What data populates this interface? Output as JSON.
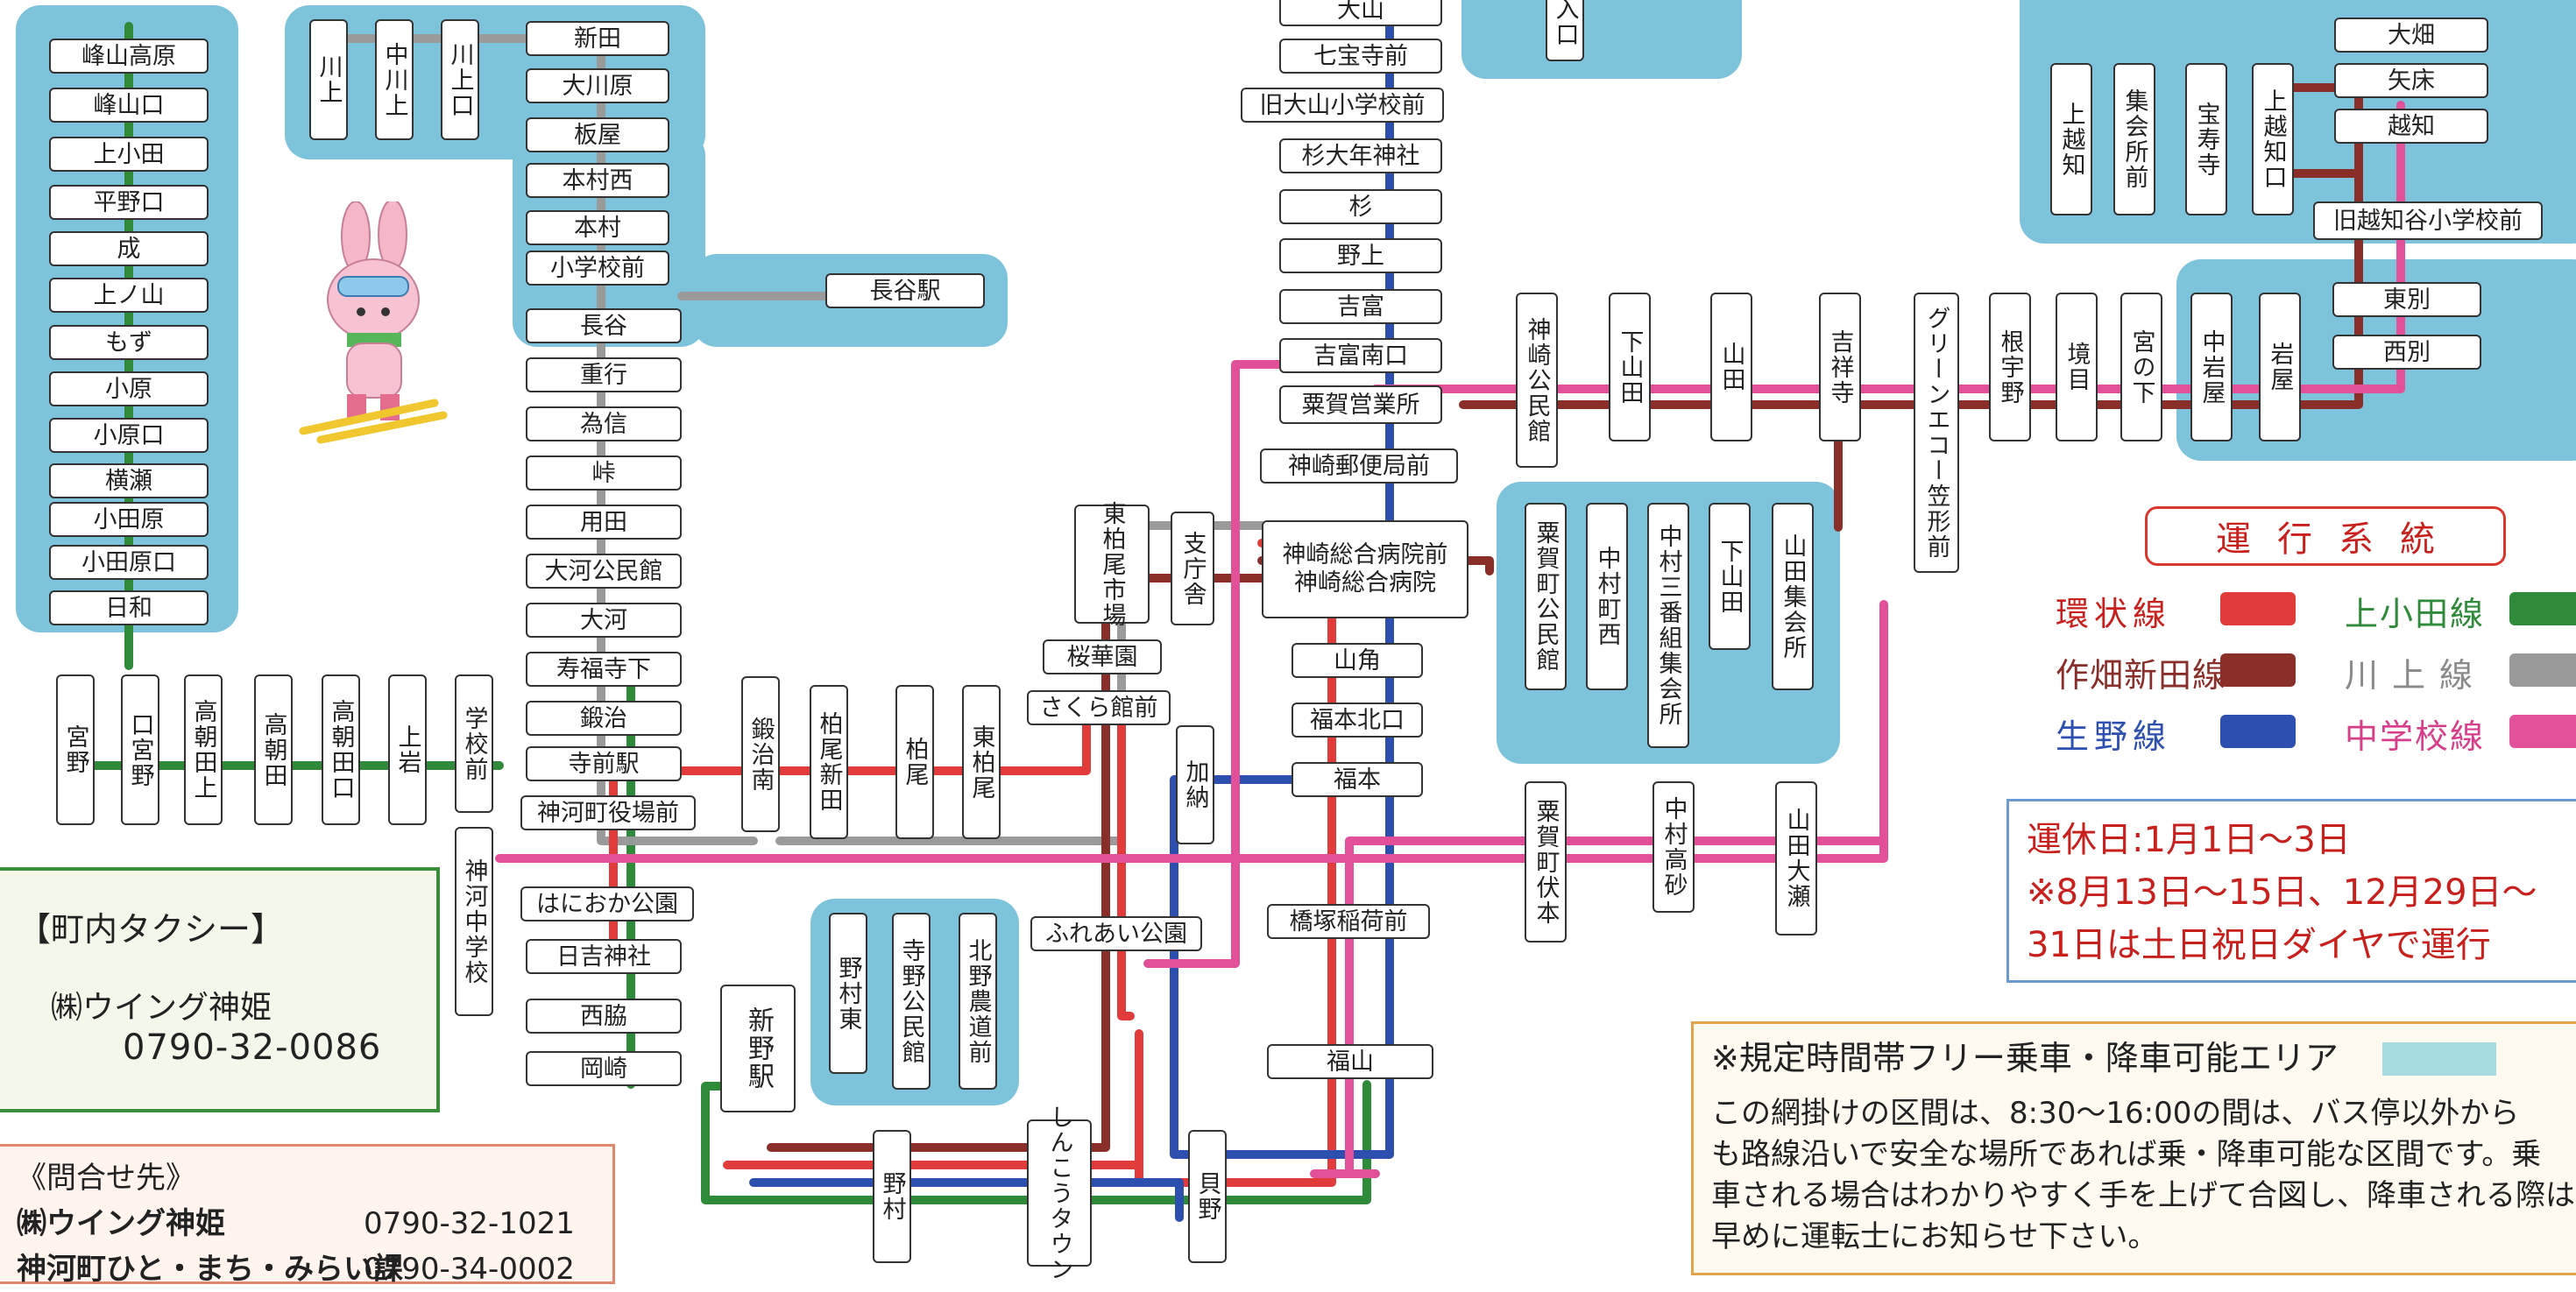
{
  "colors": {
    "ring": "#e23b3b",
    "sakuhata_shinden": "#8a2e2a",
    "kami_oda": "#2f8a3a",
    "kawakami": "#9a9a9a",
    "ikuno": "#2c4fb0",
    "chugakko": "#e2509a",
    "free_zone": "#7ec3dc"
  },
  "stations": {
    "mineyama_kogen": "峰山高原",
    "mineyama_guchi": "峰山口",
    "kami_oda": "上小田",
    "hirano_guchi": "平野口",
    "nari": "成",
    "kaminoyama": "上ノ山",
    "mozu": "もず",
    "kohara": "小原",
    "kohara_guchi": "小原口",
    "yokose": "横瀬",
    "odahara": "小田原",
    "odahara_guchi": "小田原口",
    "hiwa": "日和",
    "miyano": "宮野",
    "kuchi_miyano": "口宮野",
    "takatoda_kami": "高朝田上",
    "takatoda": "高朝田",
    "takatoda_guchi": "高朝田口",
    "kamiiwa": "上岩",
    "gakko_mae": "学校前",
    "kawakami": "川上",
    "nakagawakami": "中川上",
    "kawakami_guchi": "川上口",
    "shinden": "新田",
    "okawahara": "大川原",
    "itaya": "板屋",
    "honmura_nishi": "本村西",
    "honmura": "本村",
    "shogakko_mae": "小学校前",
    "hase": "長谷",
    "hase_eki": "長谷駅",
    "shigeyuki": "重行",
    "tamenobu": "為信",
    "tao": "峠",
    "yoda": "用田",
    "okawa_kominkan": "大河公民館",
    "okawa": "大河",
    "jufukuji_shita": "寿福寺下",
    "kaji": "鍛治",
    "teramae_eki": "寺前駅",
    "yakuba_mae": "神河町役場前",
    "kamikawa_chugakko": "神河中学校",
    "haniwaoka": "はにおか公園",
    "hiyoshi_jinja": "日吉神社",
    "nishiwaki": "西脇",
    "okazaki": "岡崎",
    "kaji_minami": "鍛治南",
    "kashiwao_shinden": "柏尾新田",
    "kashiwao": "柏尾",
    "higashi_kashiwao": "東柏尾",
    "shinno_eki": "新野駅",
    "nomura_higashi": "野村東",
    "terano_kominkan": "寺野公民館",
    "kitano_nodo_mae": "北野農道前",
    "nomura": "野村",
    "shinko_town": "しんこうタウン",
    "kaino": "貝野",
    "higashi_kashiwao_ichiba": "東柏尾市場",
    "shichosha": "支庁舎",
    "oukaen": "桜華園",
    "sakurakan_mae": "さくら館前",
    "kano": "加納",
    "fureai_koen": "ふれあい公園",
    "oyama": "大山",
    "shichihoji_mae": "七宝寺前",
    "kyu_oyama_shogakko_mae": "旧大山小学校前",
    "sugi_onensha": "杉大年神社",
    "sugi": "杉",
    "nogami": "野上",
    "yoshitomi": "吉富",
    "yoshitomi_minami_guchi": "吉富南口",
    "awaga_eigyosho": "粟賀営業所",
    "kanzaki_yubinkyoku_mae": "神崎郵便局前",
    "hospital_mae": "神崎総合病院前",
    "hospital": "神崎総合病院",
    "yamasumi": "山角",
    "fukumoto_kitaguchi": "福本北口",
    "fukumoto": "福本",
    "hashizuka_inari_mae": "橋塚稲荷前",
    "fukuyama": "福山",
    "kanzaki_kominkan": "神崎公民館",
    "shimo_yamada": "下山田",
    "yamada": "山田",
    "kichijoji": "吉祥寺",
    "green_echo": "グリーンエコー笠形前",
    "neuno": "根宇野",
    "sakaime": "境目",
    "miyanoshita": "宮の下",
    "nakaiwaya": "中岩屋",
    "iwaya": "岩屋",
    "awagacho_kominkan": "粟賀町公民館",
    "nakamuracho_nishi": "中村町西",
    "nakamura_sanbangumi": "中村三番組集会所",
    "shimo_yamada_2": "下山田",
    "yamada_shukaisho": "山田集会所",
    "awagacho_fushimoto": "粟賀町伏本",
    "nakamura_takasago": "中村高砂",
    "yamada_ose": "山田大瀬",
    "kamiochi": "上越知",
    "shukaisho_mae": "集会所前",
    "hojuji": "宝寿寺",
    "kamiochi_guchi": "上越知口",
    "obata": "大畑",
    "yatoko": "矢床",
    "ochi": "越知",
    "kyu_ochidani_shogakko_mae": "旧越知谷小学校前",
    "higashibetsu": "東別",
    "nishibetsu": "西別",
    "top_cut_label": "入口"
  },
  "legend": {
    "title": "運行系統",
    "ring": "環状線",
    "sakuhata_shinden": "作畑新田線",
    "ikuno": "生野線",
    "kami_oda": "上小田線",
    "kawakami": "川上線",
    "chugakko": "中学校線"
  },
  "holiday": {
    "line1": "運休日:1月1日～3日",
    "line2": "※8月13日～15日、12月29日～",
    "line3": "31日は土日祝日ダイヤで運行"
  },
  "free_zone": {
    "title": "※規定時間帯フリー乗車・降車可能エリア",
    "line1": "この網掛けの区間は、8:30～16:00の間は、バス停以外から",
    "line2": "も路線沿いで安全な場所であれば乗・降車可能な区間です。乗",
    "line3": "車される場合はわかりやすく手を上げて合図し、降車される際は",
    "line4": "早めに運転士にお知らせ下さい。"
  },
  "taxi": {
    "heading": "【町内タクシー】",
    "company": "㈱ウイング神姫",
    "phone": "0790-32-0086"
  },
  "contact": {
    "heading": "《問合せ先》",
    "company": "㈱ウイング神姫",
    "company_phone": "0790-32-1021",
    "office": "神河町ひと・まち・みらい課",
    "office_phone": "0790-34-0002"
  },
  "mascot_icon": "rabbit-skier-mascot"
}
